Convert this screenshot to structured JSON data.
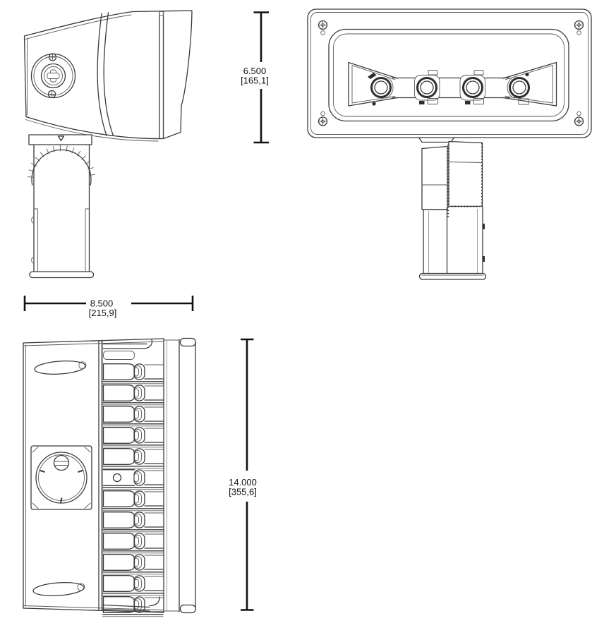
{
  "drawing": {
    "background": "#ffffff",
    "line_color": "#3a3a3a",
    "dimension_color": "#111111"
  },
  "dimensions": {
    "front_height": {
      "inches": "6.500",
      "mm": "[165,1]"
    },
    "body_width": {
      "inches": "8.500",
      "mm": "[215,9]"
    },
    "overall_height": {
      "inches": "14.000",
      "mm": "[355,6]"
    }
  }
}
